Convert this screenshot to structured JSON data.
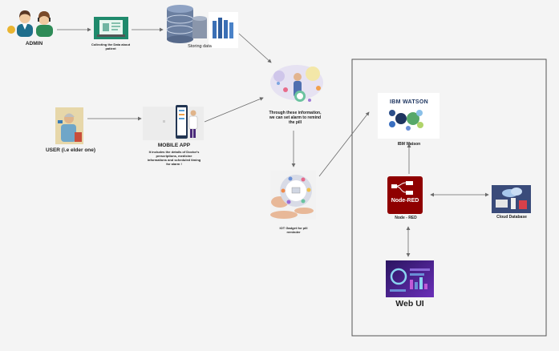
{
  "nodes": {
    "admin": {
      "label": "ADMIN"
    },
    "collect": {
      "label": "Collecting the Data about patient"
    },
    "storing": {
      "label": "Storing data"
    },
    "reminder": {
      "label": "Through these information, we can set alarm to remind the pill"
    },
    "user": {
      "label": "USER (i.e elder one)"
    },
    "mobile": {
      "label": "MOBILE APP",
      "desc": "It includes the details of Doctor's prescriptions, medicine informations and scheduled timing for alarm !"
    },
    "iot": {
      "label": "IOT Gadget for pill reminder"
    },
    "watson": {
      "label": "IBM Watson",
      "logo_text": "IBM WATSON"
    },
    "nodered": {
      "label": "Node - RED",
      "logo_text": "Node-RED"
    },
    "clouddb": {
      "label": "Cloud Database"
    },
    "webui": {
      "label": "Web UI"
    }
  },
  "colors": {
    "arrow": "#6b6b6b",
    "nodered": "#8f0000",
    "webui": "#3b1a7a",
    "laptop": "#1f8a6c",
    "db": "#3a4b7a"
  }
}
